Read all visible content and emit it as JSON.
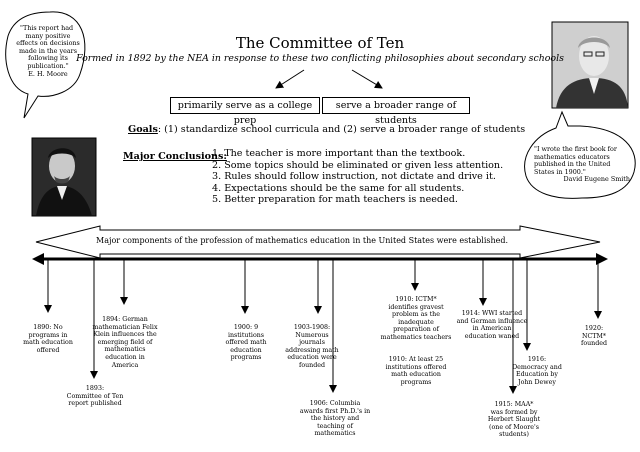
{
  "title": "The Committee of Ten",
  "subtitle": "Formed in 1892 by the NEA in response to these two conflicting philosophies about secondary schools",
  "philosophies": [
    "primarily serve as a college prep",
    "serve a broader range of students"
  ],
  "goals": {
    "label": "Goals",
    "text": ":  (1) standardize school curricula and (2) serve a broader range of students"
  },
  "conclusions": {
    "label": "Major Conclusions:",
    "items": [
      "1.  The teacher is more important than the textbook.",
      "2.  Some topics should be eliminated or given less attention.",
      "3.  Rules should follow instruction, not dictate and drive it.",
      "4.  Expectations should be the same for all students.",
      "5.  Better preparation for math teachers is needed."
    ]
  },
  "quotes": {
    "moore": [
      "\"This report had",
      "many positive",
      "effects on decisions",
      "made in the years",
      "following its",
      "publication.\"",
      "E. H. Moore"
    ],
    "smith": [
      "\"I wrote the first book for",
      "mathematics educators",
      "published in the United",
      "States in 1900.\"",
      "David Eugene Smith"
    ]
  },
  "banner": "Major components of the profession of mathematics education in the United States were established.",
  "events": {
    "e1890": [
      "1890: No",
      "programs in",
      "math education",
      "offered"
    ],
    "e1893": [
      "1893:",
      "Committee of Ten",
      "report published"
    ],
    "e1894": [
      "1894: German",
      "mathematician Felix",
      "Klein influences the",
      "emerging field of",
      "mathematics",
      "education in America"
    ],
    "e1900": [
      "1900: 9 institutions",
      "offered math",
      "education programs"
    ],
    "e1903": [
      "1903-1908:",
      "Numerous journals",
      "addressing math",
      "education were",
      "founded"
    ],
    "e1906": [
      "1906:  Columbia",
      "awards first Ph.D.'s in",
      "the history and",
      "teaching of",
      "mathematics"
    ],
    "e1910a": [
      "1910: ICTM*",
      "identifies gravest",
      "problem as the",
      "inadequate",
      "preparation of",
      "mathematics teachers"
    ],
    "e1910b": [
      "1910: At least 25",
      "institutions offered",
      "math education",
      "programs"
    ],
    "e1914": [
      "1914: WWI started",
      "and German influence",
      "in American",
      "education waned"
    ],
    "e1915": [
      "1915:  MAA*",
      "was formed by",
      "Herbert Slaught",
      "(one of Moore's",
      "students)"
    ],
    "e1916": [
      "1916:",
      "Democracy and",
      "Education by",
      "John Dewey"
    ],
    "e1920": [
      "1920:",
      "NCTM*",
      "founded"
    ]
  }
}
